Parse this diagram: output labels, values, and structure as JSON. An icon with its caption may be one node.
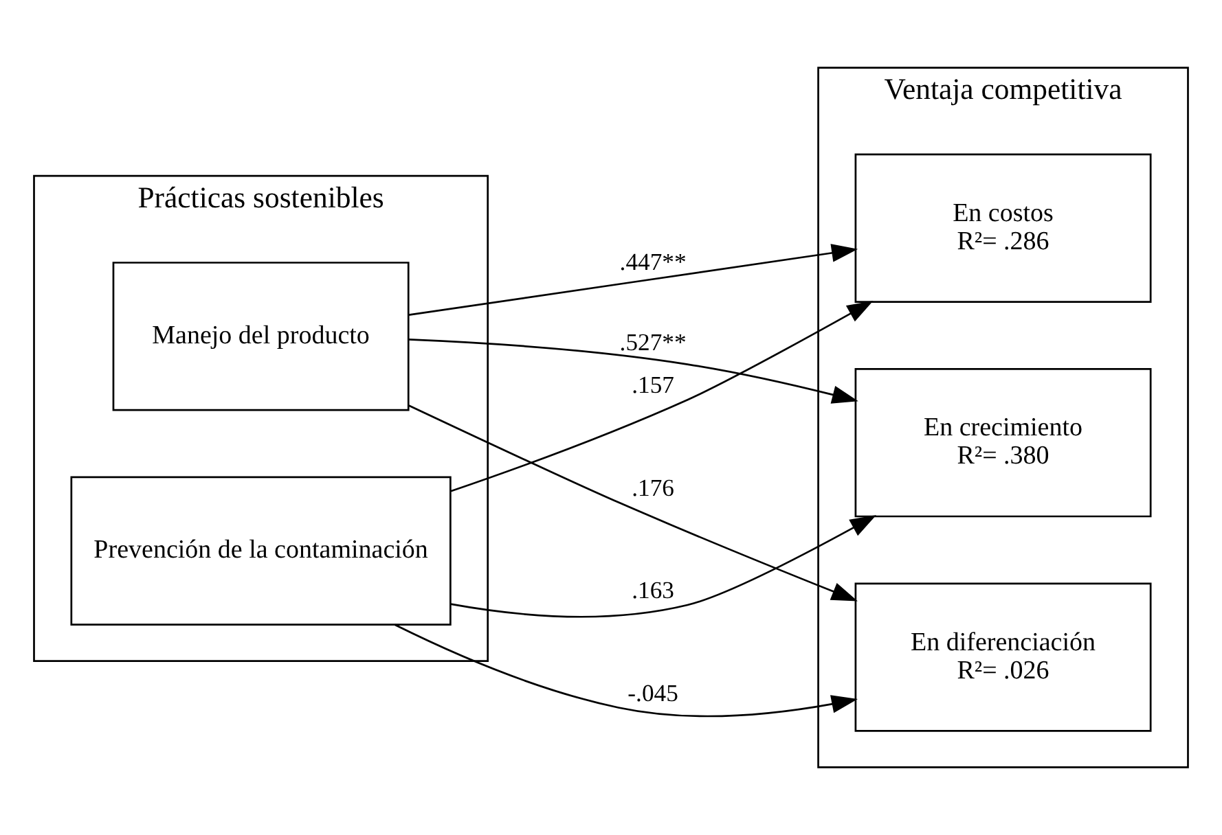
{
  "diagram": {
    "nodes": [
      {
        "text": [
          "Prácticas sostenibles"
        ]
      },
      {
        "text": [
          "Manejo del producto"
        ],
        "in": 0
      },
      {
        "text": [
          "Prevención de la contaminación"
        ],
        "in": 0
      },
      {
        "text": [
          "Ventaja competitiva"
        ]
      },
      {
        "text": [
          "En costos",
          "R²= .286"
        ],
        "in": 3
      },
      {
        "text": [
          "En crecimiento",
          "R²= .380"
        ],
        "in": 3
      },
      {
        "text": [
          "En diferenciación",
          "R²= .026"
        ],
        "in": 3
      }
    ],
    "edges": [
      {
        "from": 1,
        "to": 4,
        "arrow": "to",
        "label": ".447**"
      },
      {
        "from": 1,
        "to": 5,
        "arrow": "to",
        "label": ".527**"
      },
      {
        "from": 1,
        "to": 6,
        "arrow": "to",
        "label": ".176"
      },
      {
        "from": 2,
        "to": 4,
        "arrow": "to",
        "label": ".157"
      },
      {
        "from": 2,
        "to": 5,
        "arrow": "to",
        "label": ".163"
      },
      {
        "from": 2,
        "to": 6,
        "arrow": "to",
        "label": "-.045"
      }
    ]
  }
}
